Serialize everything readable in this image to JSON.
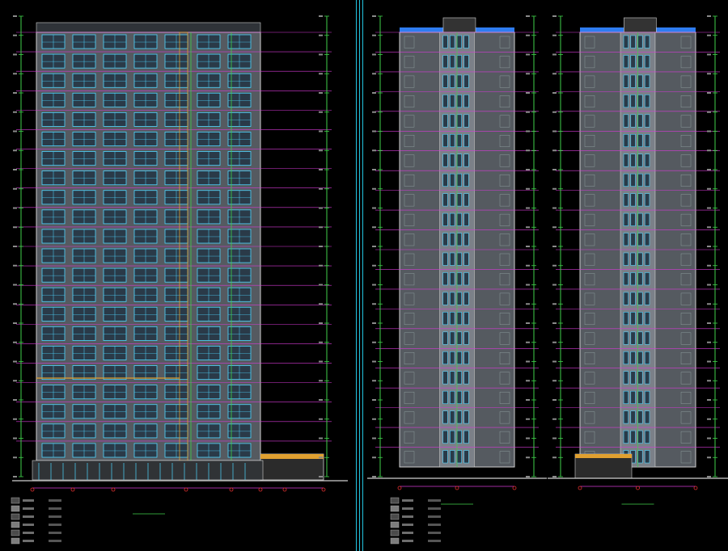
{
  "drawing": {
    "title_bar": "",
    "colors": {
      "background": "#000000",
      "divider": "#22c4e0",
      "floor_line": "#d63ad6",
      "dim_green": "#3fd14a",
      "facade_fill": "#555a60",
      "facade_edge": "#cfcfcf",
      "window_cyan": "#4fd6ff",
      "accent_orange": "#e0a030",
      "roof_blue": "#2e7cf0",
      "grid_axis_red": "#e03030"
    },
    "panels": [
      {
        "id": "front-elevation",
        "caption": "",
        "floors": 22
      },
      {
        "id": "side-elevation-a",
        "caption": "",
        "floors": 22
      },
      {
        "id": "side-elevation-b",
        "caption": "",
        "floors": 22
      }
    ],
    "legend": {
      "swatch_count": 6,
      "items": [
        "",
        "",
        "",
        "",
        "",
        ""
      ]
    }
  }
}
